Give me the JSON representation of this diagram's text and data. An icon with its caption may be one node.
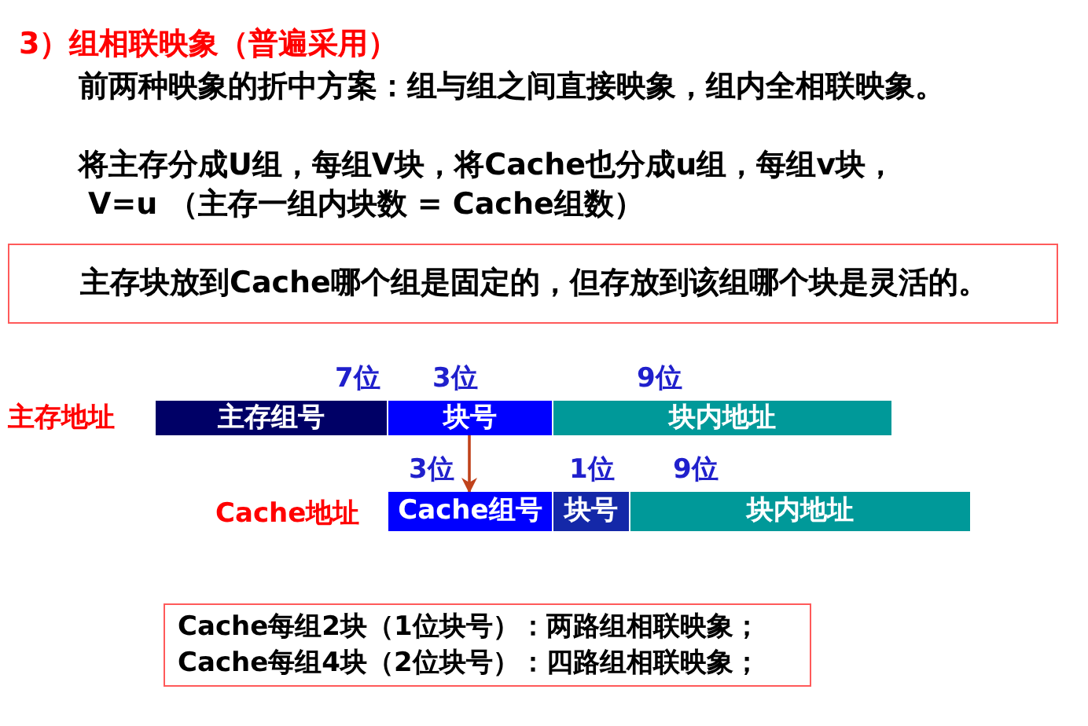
{
  "diagram": {
    "title": "3）组相联映象（普遍采用）",
    "nodes": [
      {
        "text": [
          "主存块放到Cache哪个组是固定的，但存放到该组哪个块是灵活的。"
        ]
      },
      {
        "text": [
          "主存组号"
        ],
        "beside": [
          "7位"
        ]
      },
      {
        "text": [
          "块号"
        ],
        "beside": [
          "3位"
        ]
      },
      {
        "text": [
          "块内地址"
        ],
        "beside": [
          "9位"
        ]
      },
      {
        "text": [
          "Cache组号"
        ],
        "beside": [
          "3位"
        ]
      },
      {
        "text": [
          "块号"
        ],
        "beside": [
          "1位"
        ]
      },
      {
        "text": [
          "块内地址"
        ],
        "beside": [
          "9位"
        ]
      },
      {
        "text": [
          "Cache每组2块（1位块号）：两路组相联映象；",
          "Cache每组4块（2位块号）：四路组相联映象；"
        ]
      }
    ],
    "edges": [
      {
        "from": 2,
        "to": 4,
        "arrow": "to",
        "color": "#c0421a"
      }
    ],
    "labels": [
      "前两种映象的折中方案：组与组之间直接映象，组内全相联映象。",
      "将主存分成U组，每组V块，将Cache也分成u组，每组v块，",
      "V=u （主存一组内块数 = Cache组数）",
      "主存地址",
      "Cache地址"
    ]
  }
}
